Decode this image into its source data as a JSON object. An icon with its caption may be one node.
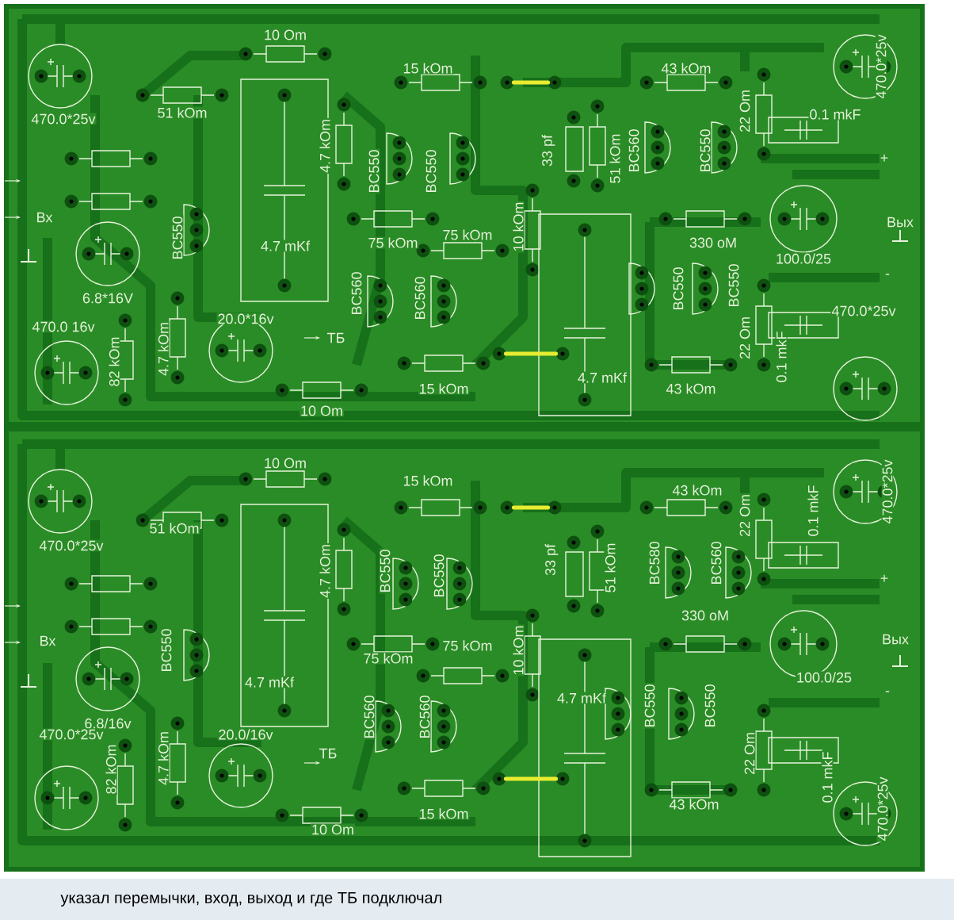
{
  "diagram": {
    "caption": "указал перемычки, вход, выход и где ТБ подключал",
    "labels": [
      "10 Om",
      "15 kOm",
      "43 kOm",
      "470.0*25v",
      "470.0*25v",
      "51 kOm",
      "0.1 mkF",
      "22 Om",
      "4.7 kOm",
      "BC550",
      "BC550",
      "33 pf",
      "51 kOm",
      "BC560",
      "BC550",
      "+",
      "Вх",
      "BC550",
      "4.7 mKf",
      "75 kOm",
      "75 kOm",
      "10 kOm",
      "Вых",
      "330 oM",
      "100.0/25",
      "-",
      "BC550",
      "BC550",
      "6.8*16V",
      "BC560",
      "BC560",
      "470.0*25v",
      "470.0 16v",
      "20.0*16v",
      "82 kOm",
      "4.7 kOm",
      "ТБ",
      "22 Om",
      "0.1 mkF",
      "4.7 mKf",
      "15 kOm",
      "43 kOm",
      "10 Om",
      "10 Om",
      "15 kOm",
      "43 kOm",
      "470.0*25v",
      "470.0*25v",
      "51 kOm",
      "22 Om",
      "0.1 mkF",
      "4.7 kOm",
      "BC550",
      "BC550",
      "33 pf",
      "51 kOm",
      "BC580",
      "BC560",
      "+",
      "Вх",
      "BC550",
      "4.7 mKf",
      "75 kOm",
      "75 kOm",
      "10 kOm",
      "330 oM",
      "Вых",
      "100.0/25",
      "-",
      "4.7 mKf",
      "BC550",
      "BC550",
      "6.8/16v",
      "470.0*25v",
      "BC560",
      "BC560",
      "20.0/16v",
      "82 kOm",
      "4.7 kOm",
      "ТБ",
      "22 Om",
      "0.1 mkF",
      "43 kOm",
      "470.0*25v",
      "15 kOm",
      "10 Om"
    ]
  }
}
